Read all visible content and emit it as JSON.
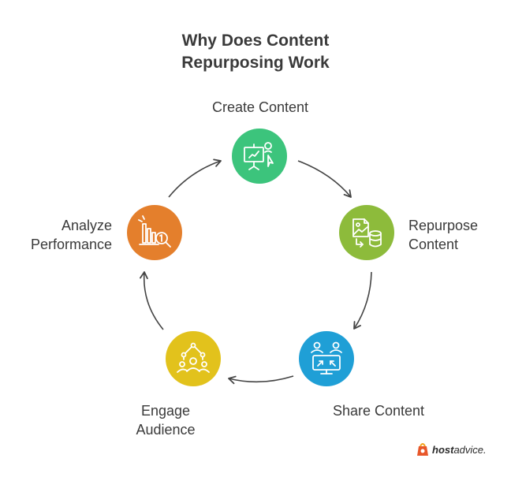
{
  "title": {
    "line1": "Why Does Content",
    "line2": "Repurposing Work"
  },
  "nodes": [
    {
      "label": [
        "Create Content"
      ],
      "color": "#3cc47c",
      "icon": "presentation-easel-icon"
    },
    {
      "label": [
        "Repurpose",
        "Content"
      ],
      "color": "#8dbb3b",
      "icon": "image-database-icon"
    },
    {
      "label": [
        "Share Content"
      ],
      "color": "#1f9fd6",
      "icon": "monitor-users-icon"
    },
    {
      "label": [
        "Engage",
        "Audience"
      ],
      "color": "#e2c21c",
      "icon": "audience-network-icon"
    },
    {
      "label": [
        "Analyze",
        "Performance"
      ],
      "color": "#e47f2c",
      "icon": "chart-magnifier-icon"
    }
  ],
  "brand": {
    "text_bold": "host",
    "text_regular": "advice."
  }
}
